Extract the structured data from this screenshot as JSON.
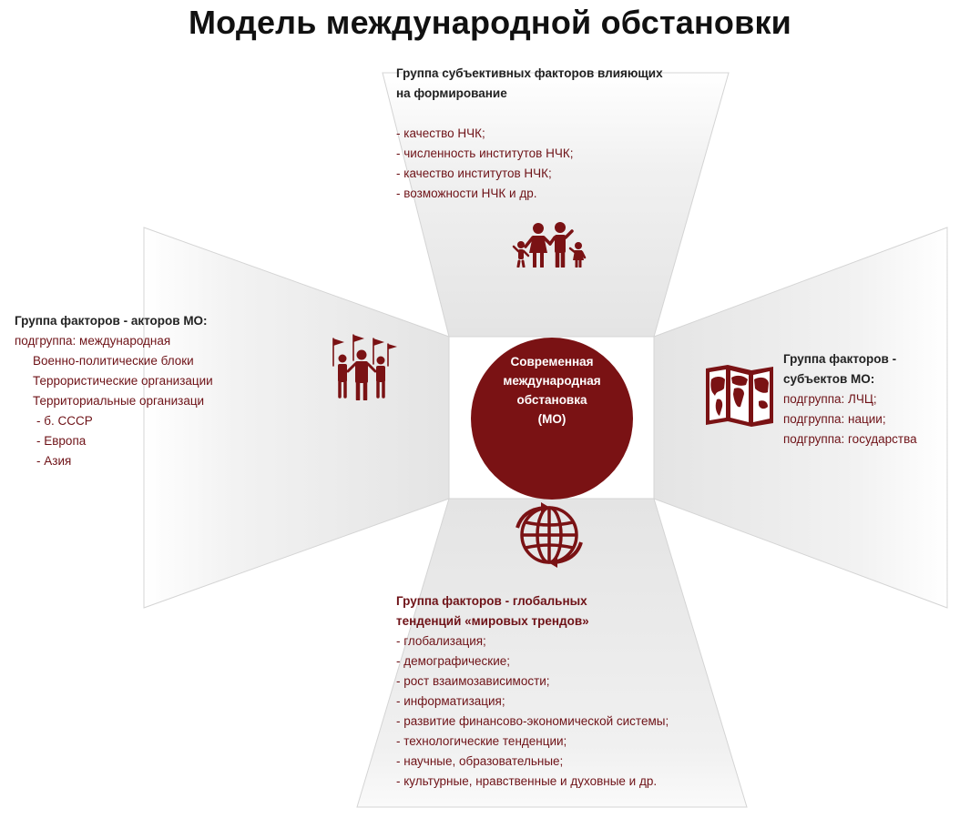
{
  "title": "Модель международной обстановки",
  "center": {
    "lines": [
      "Современная",
      "международная",
      "обстановка",
      "(МО)"
    ]
  },
  "top": {
    "heading": [
      "Группа субъективных факторов влияющих",
      "на формирование"
    ],
    "items": [
      "- качество НЧК;",
      "- численность институтов НЧК;",
      "- качество институтов НЧК;",
      "- возможности НЧК и др."
    ],
    "icon": "family-icon"
  },
  "left": {
    "heading": "Группа факторов - акторов МО:",
    "items": [
      "подгруппа: международная",
      "Военно-политические блоки",
      "Террористические организации",
      "Территориальные организаци",
      "- б. СССР",
      "- Европа",
      "- Азия"
    ],
    "icon": "people-with-flags-icon"
  },
  "right": {
    "heading": [
      "Группа факторов -",
      "субъектов МО:"
    ],
    "items": [
      "подгруппа: ЛЧЦ;",
      "подгруппа: нации;",
      "подгруппа: государства"
    ],
    "icon": "world-map-icon"
  },
  "bottom": {
    "heading": [
      "Группа факторов - глобальных",
      "тенденций «мировых трендов»"
    ],
    "items": [
      "- глобализация;",
      "- демографические;",
      "- рост взаимозависимости;",
      "- информатизация;",
      "- развитие финансово-экономической системы;",
      "- технологические тенденции;",
      "- научные, образовательные;",
      "- культурные, нравственные и духовные и др."
    ],
    "icon": "globe-arrows-icon"
  },
  "colors": {
    "accent": "#7a1214",
    "text": "#6e1217",
    "arm": "#e6e6e6"
  }
}
